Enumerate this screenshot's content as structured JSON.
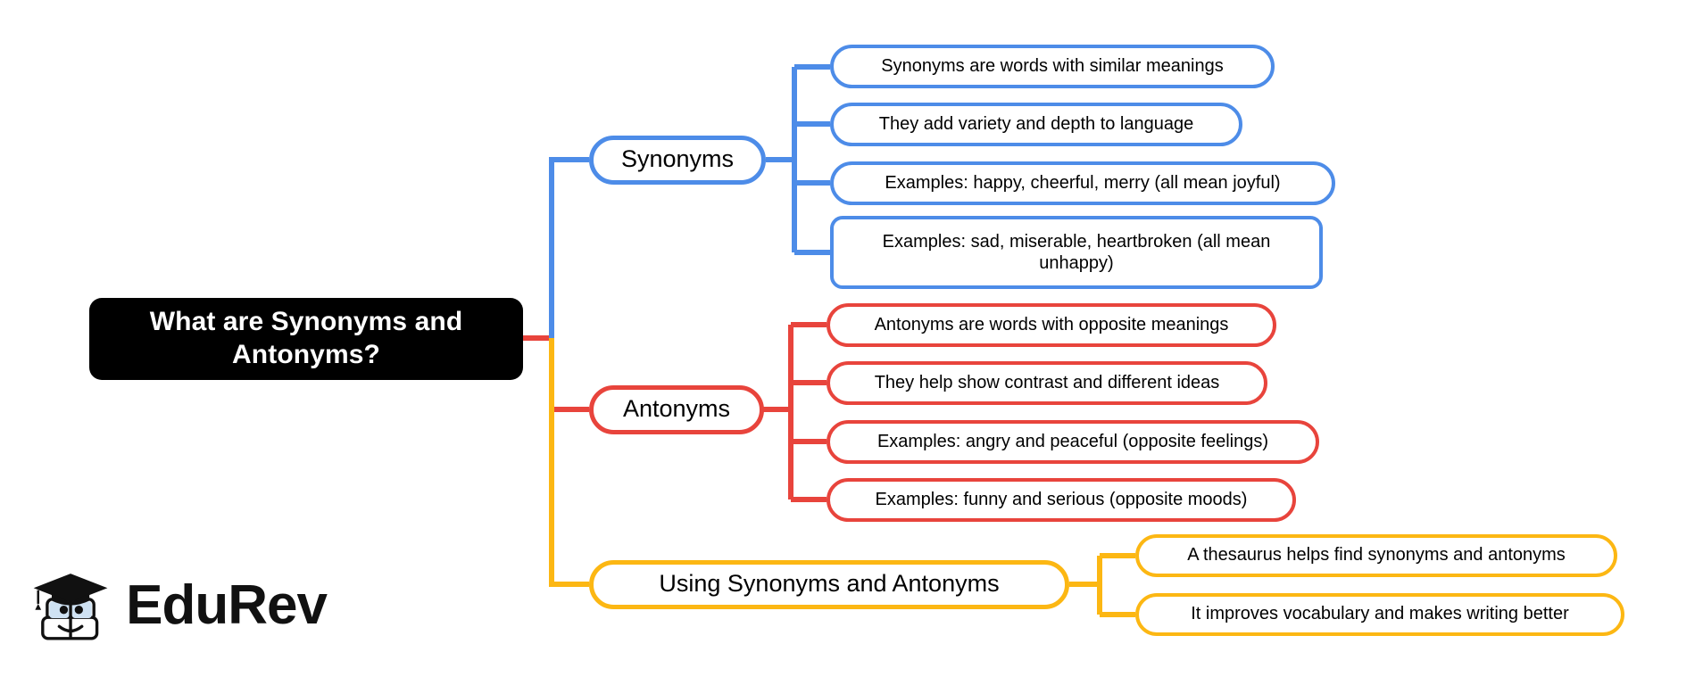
{
  "diagram": {
    "type": "mind-map",
    "root": {
      "label": "What are Synonyms and Antonyms?",
      "line1": "What are Synonyms and",
      "line2": "Antonyms?",
      "bg_color": "#000000",
      "text_color": "#ffffff"
    },
    "branches": [
      {
        "id": "synonyms",
        "label": "Synonyms",
        "color": "#4d8ce8",
        "leaves": [
          {
            "label": "Synonyms are words with similar meanings"
          },
          {
            "label": "They add variety and depth to language"
          },
          {
            "label": "Examples: happy, cheerful, merry (all mean joyful)"
          },
          {
            "label": "Examples: sad, miserable, heartbroken (all mean unhappy)"
          }
        ]
      },
      {
        "id": "antonyms",
        "label": "Antonyms",
        "color": "#e8443c",
        "leaves": [
          {
            "label": "Antonyms are words with opposite meanings"
          },
          {
            "label": "They help show contrast and different ideas"
          },
          {
            "label": "Examples: angry and peaceful (opposite feelings)"
          },
          {
            "label": "Examples: funny and serious (opposite moods)"
          }
        ]
      },
      {
        "id": "using",
        "label": "Using Synonyms and Antonyms",
        "color": "#fcb713",
        "leaves": [
          {
            "label": "A thesaurus helps find synonyms and antonyms"
          },
          {
            "label": "It improves vocabulary and makes writing better"
          }
        ]
      }
    ]
  },
  "logo": {
    "wordmark": "EduRev",
    "icon_name": "edurev-graduation-cap-book-logo"
  }
}
